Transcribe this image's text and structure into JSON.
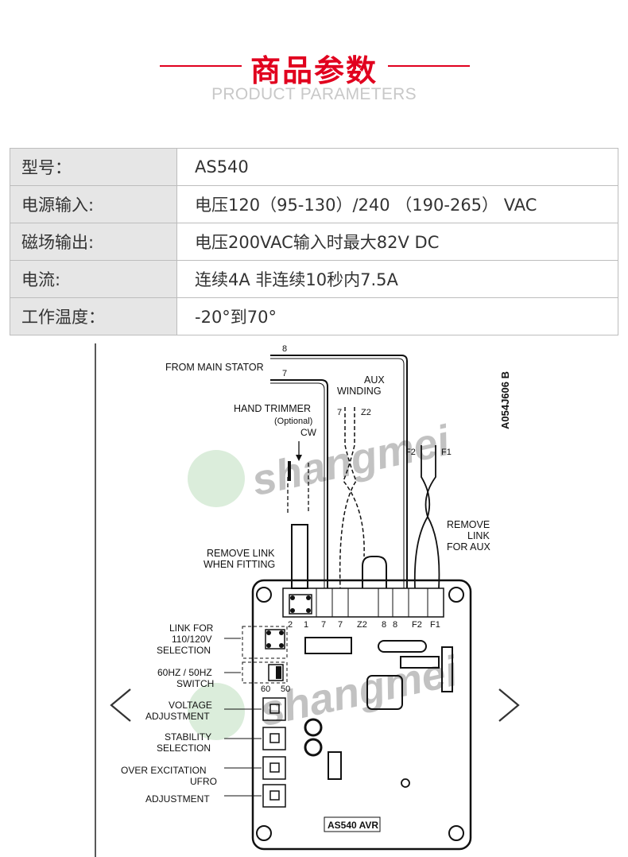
{
  "header": {
    "title": "商品参数",
    "subtitle": "PRODUCT PARAMETERS"
  },
  "params": [
    {
      "label": "型号：",
      "value": "AS540"
    },
    {
      "label": "电源输入:",
      "value": "电压120（95-130）/240 （190-265） VAC"
    },
    {
      "label": "磁场输出:",
      "value": "电压200VAC输入时最大82V DC"
    },
    {
      "label": "电流:",
      "value": "连续4A 非连续10秒内7.5A"
    },
    {
      "label": "工作温度：",
      "value": "-20°到70°"
    }
  ],
  "diagram": {
    "drawing_no": "A054J606 B",
    "from_main_stator": "FROM MAIN STATOR",
    "aux_winding_1": "AUX",
    "aux_winding_2": "WINDING",
    "hand_trimmer": "HAND TRIMMER",
    "optional": "(Optional)",
    "cw": "CW",
    "remove_link_1": "REMOVE LINK",
    "remove_link_2": "WHEN FITTING",
    "remove_link_aux_1": "REMOVE",
    "remove_link_aux_2": "LINK",
    "remove_link_aux_3": "FOR AUX",
    "link_for_1": "LINK FOR",
    "link_for_2": "110/120V",
    "link_for_3": "SELECTION",
    "hz_1": "60HZ / 50HZ",
    "hz_2": "SWITCH",
    "hz_60": "60",
    "hz_50": "50",
    "voltage_1": "VOLTAGE",
    "voltage_2": "ADJUSTMENT",
    "stability_1": "STABILITY",
    "stability_2": "SELECTION",
    "overexc_1": "OVER EXCITATION",
    "ufro_1": "UFRO",
    "ufro_2": "ADJUSTMENT",
    "avr_label": "AS540 AVR",
    "wire_8": "8",
    "wire_7": "7",
    "aux_7": "7",
    "aux_z2": "Z2",
    "f2": "F2",
    "f1": "F1",
    "terminals": [
      "2",
      "1",
      "7",
      "7",
      "Z2",
      "8",
      "8",
      "F2",
      "F1"
    ],
    "watermark": "shangmei"
  },
  "nav": {
    "prev_icon": "chevron-left-icon",
    "next_icon": "chevron-right-icon"
  }
}
